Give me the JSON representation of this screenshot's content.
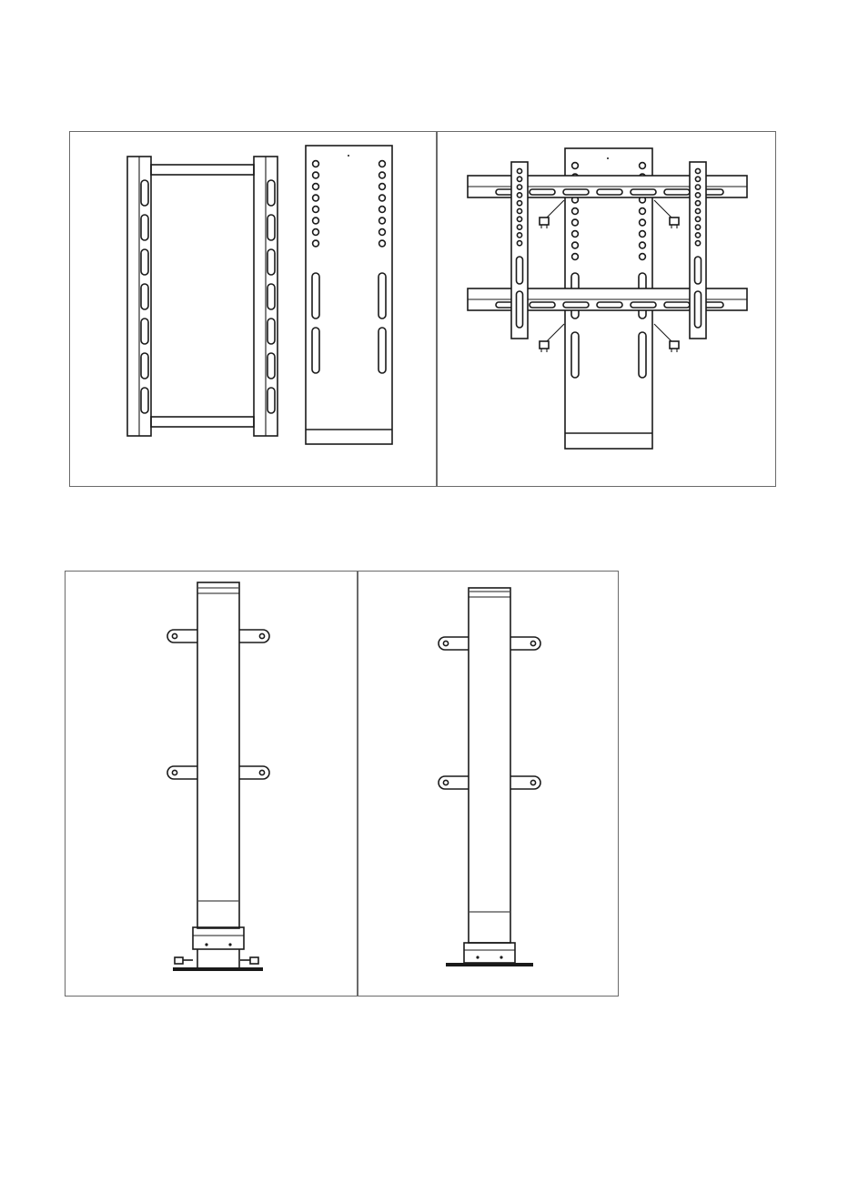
{
  "document": {
    "figures": [
      {
        "panels": [
          {
            "depicts": "mount-frame-exploded"
          },
          {
            "depicts": "mount-frame-assembled"
          }
        ]
      },
      {
        "panels": [
          {
            "depicts": "column-with-base-exploded"
          },
          {
            "depicts": "column-with-base-assembled"
          }
        ]
      }
    ],
    "colors": {
      "line": "#1a1a1a",
      "frame": "#6a6a6a",
      "background": "#ffffff"
    }
  }
}
